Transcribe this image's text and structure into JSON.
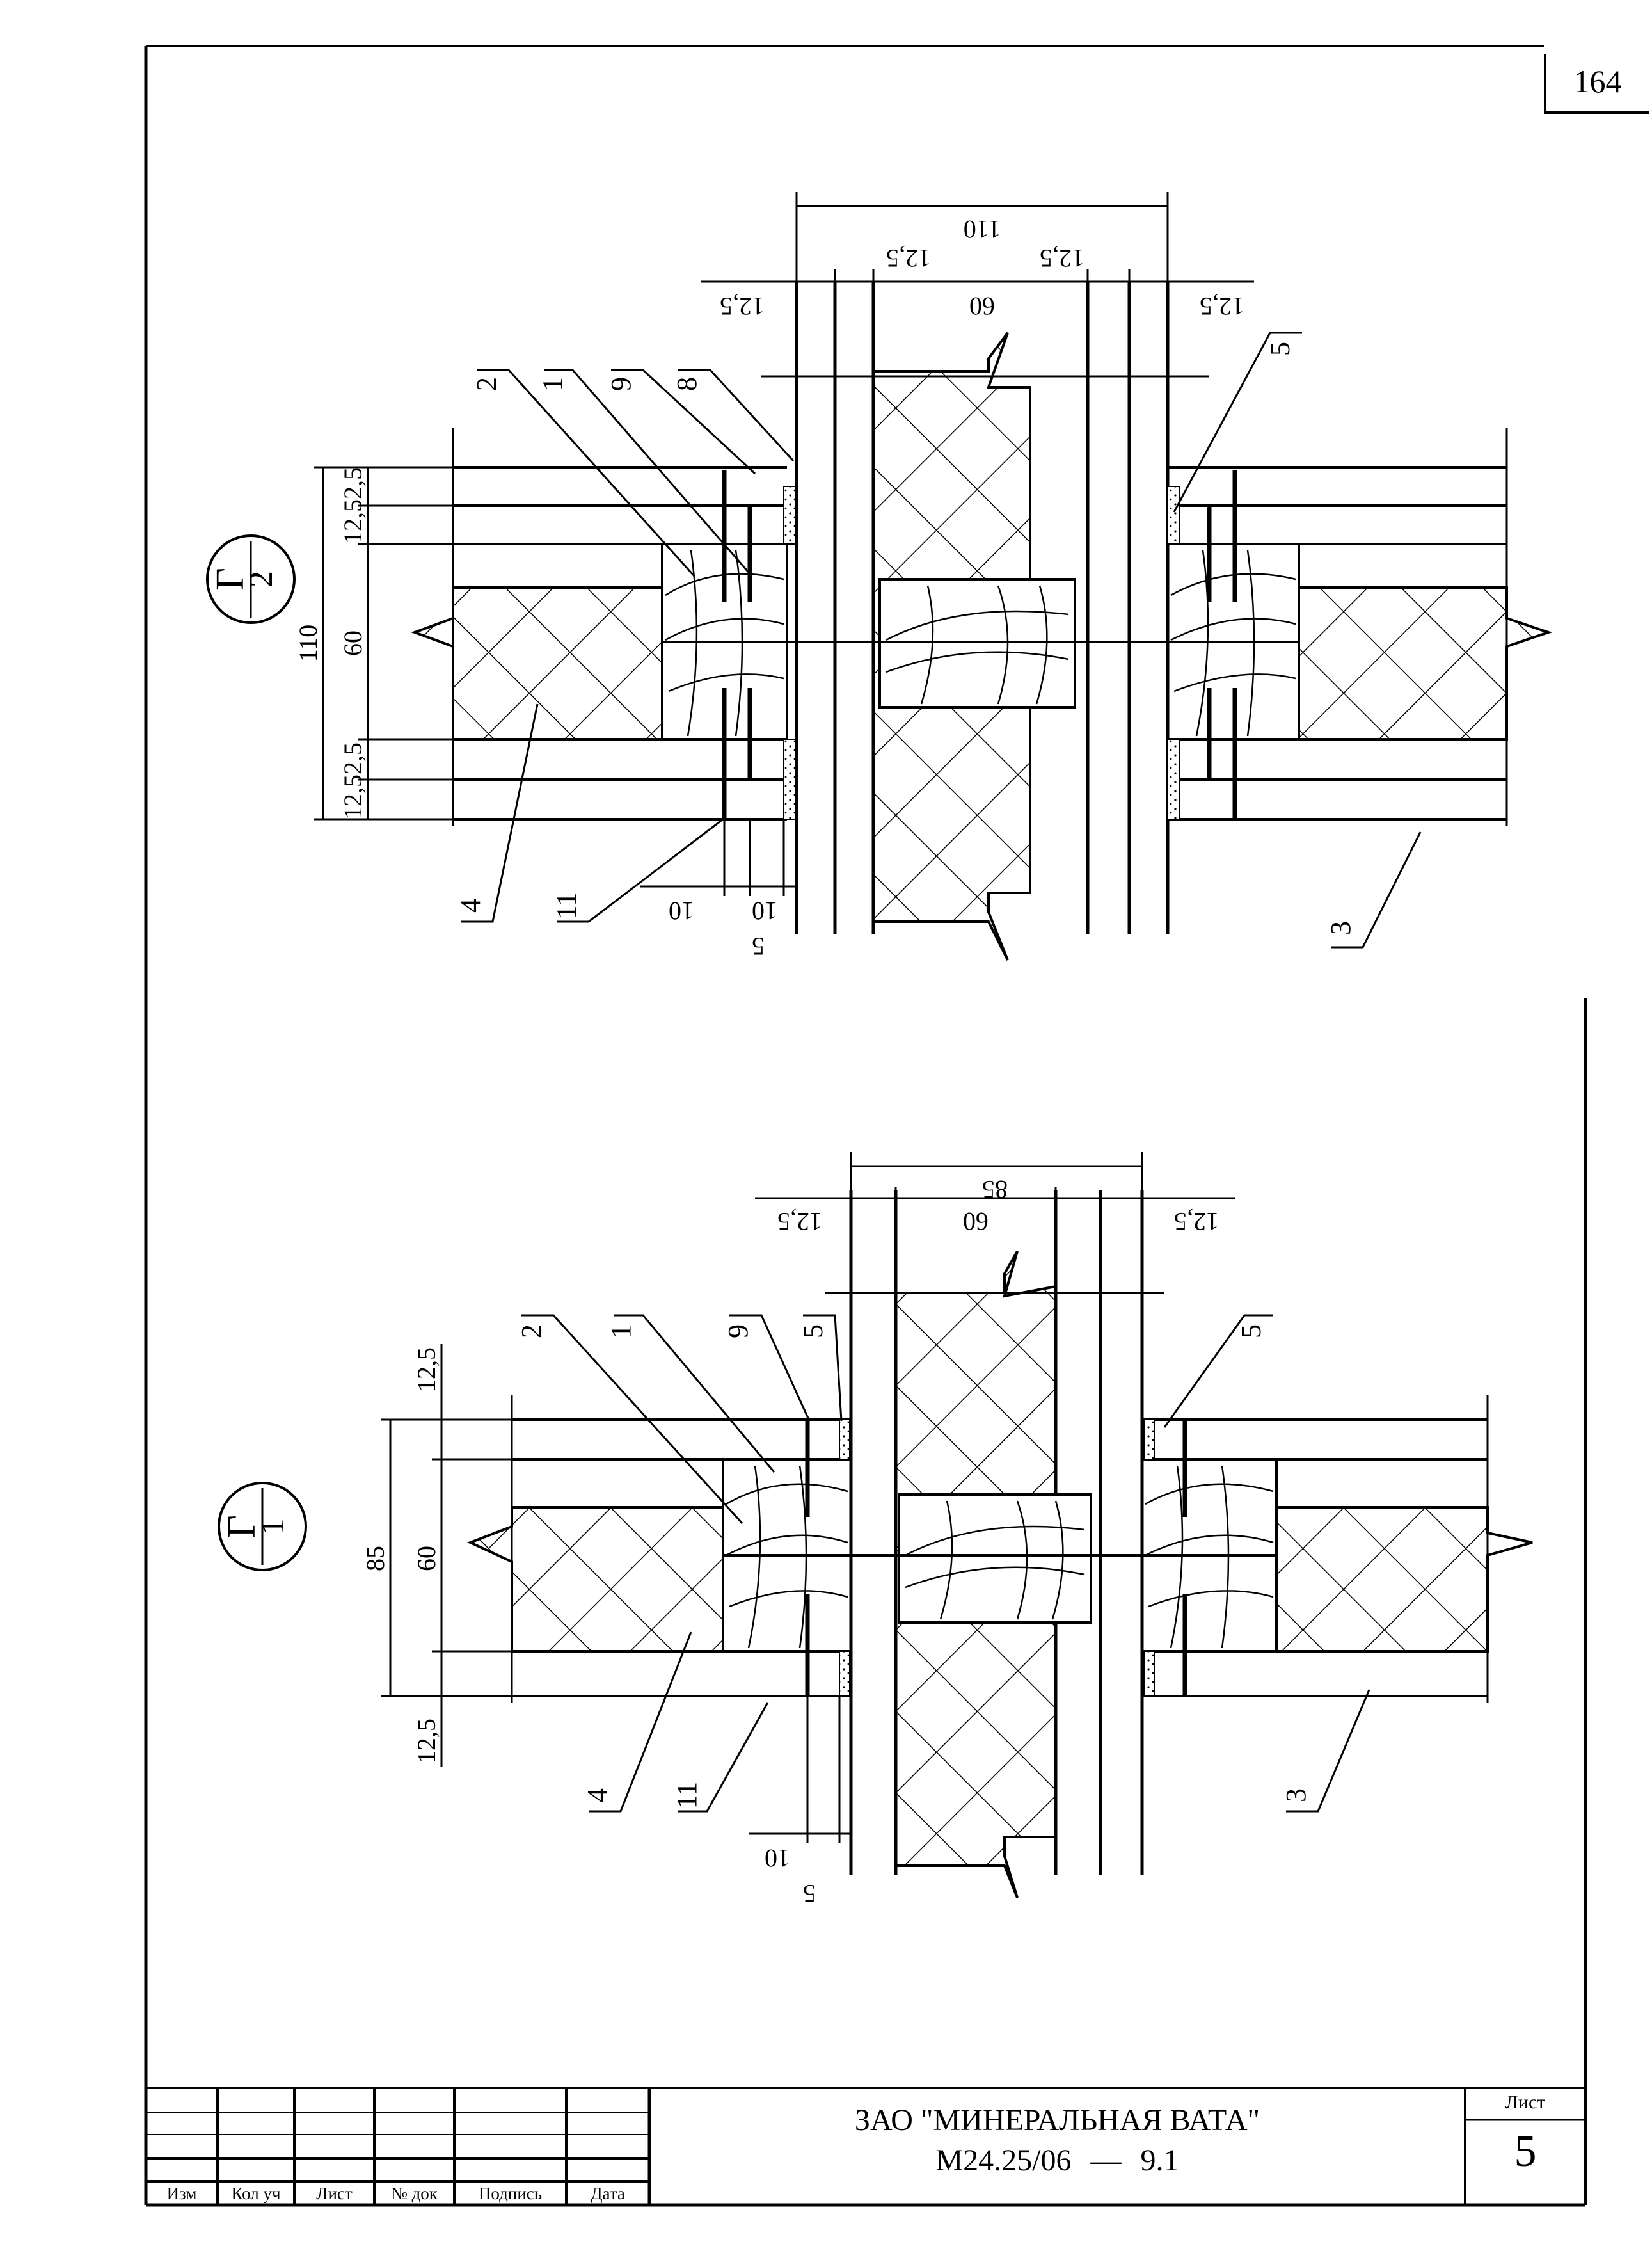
{
  "page": {
    "number": "164"
  },
  "details": [
    {
      "id": "detail-g2",
      "mark": {
        "letter": "Г",
        "sheet": "2"
      },
      "dims": {
        "top_total": "110",
        "top_left": "12,5",
        "top_mid_a": "12,5",
        "top_mid_b": "12,5",
        "top_center": "60",
        "top_right": "12,5",
        "left_total": "110",
        "left_center": "60",
        "left_a": "12,52,5",
        "left_b": "12,52,5",
        "bottom_10a": "10",
        "bottom_10b": "10",
        "bottom_5": "5"
      },
      "callouts": [
        "2",
        "1",
        "9",
        "8",
        "5",
        "4",
        "11",
        "3"
      ]
    },
    {
      "id": "detail-g1",
      "mark": {
        "letter": "Г",
        "sheet": "1"
      },
      "dims": {
        "top_total": "85",
        "top_left": "12,5",
        "top_center": "60",
        "top_right": "12,5",
        "left_total": "85",
        "left_center": "60",
        "left_top": "12,5",
        "left_bottom": "12,5",
        "bottom_10": "10",
        "bottom_5": "5"
      },
      "callouts": [
        "2",
        "1",
        "9",
        "5",
        "5",
        "4",
        "11",
        "3"
      ]
    }
  ],
  "title_block": {
    "headers": [
      "Изм",
      "Кол уч",
      "Лист",
      "№ док",
      "Подпись",
      "Дата"
    ],
    "company": "ЗАО \"МИНЕРАЛЬНАЯ ВАТА\"",
    "doc_code": "М24.25/06",
    "doc_dash": "—",
    "doc_num": "9.1",
    "sheet_label": "Лист",
    "sheet_number": "5"
  }
}
